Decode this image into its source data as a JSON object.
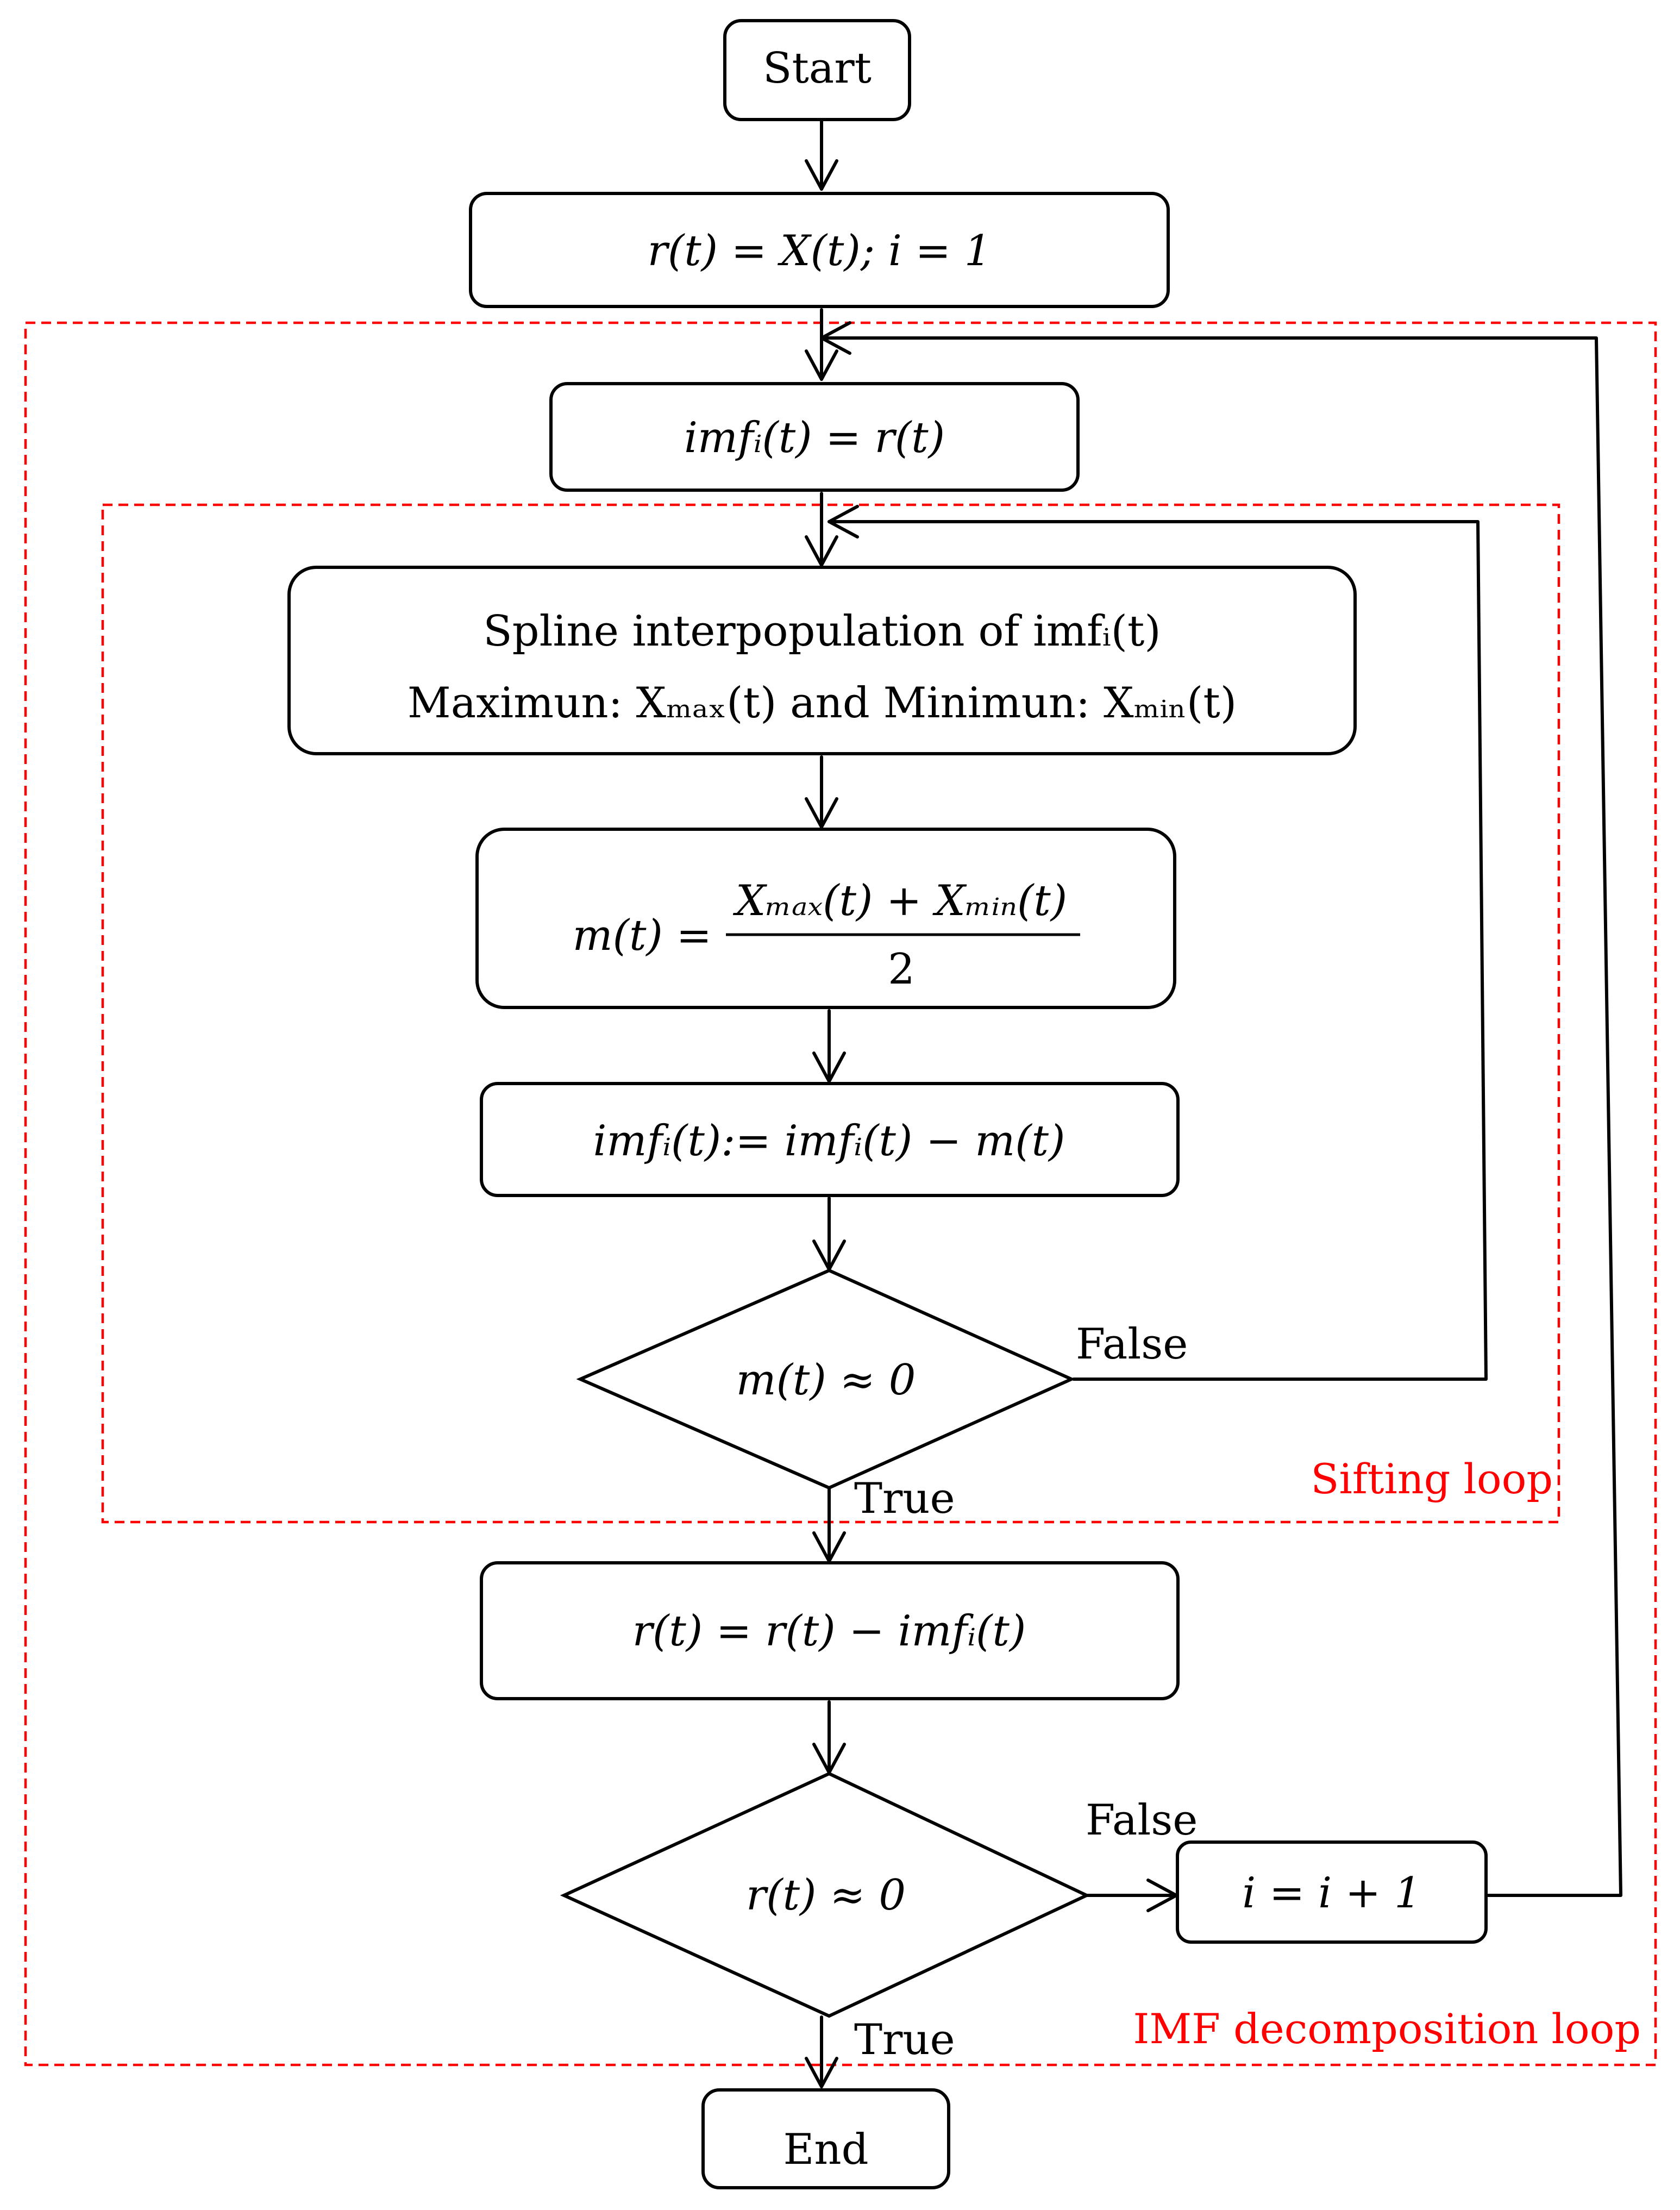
{
  "nodes": {
    "start": "Start",
    "init": "r(t) = X(t);   i = 1",
    "imf_assign": "imfᵢ(t) = r(t)",
    "spline_line1": "Spline interpopulation of  imfᵢ(t)",
    "spline_line2": "Maximun:  Xₘₐₓ(t)  and Minimun:  Xₘᵢₙ(t)",
    "mean_lhs": "m(t) =",
    "mean_numerator": "Xₘₐₓ(t) + Xₘᵢₙ(t)",
    "mean_denominator": "2",
    "imf_update": "imfᵢ(t):= imfᵢ(t) − m(t)",
    "sift_decision": "m(t) ≈ 0",
    "residual_update": "r(t) = r(t) − imfᵢ(t)",
    "residual_decision": "r(t) ≈ 0",
    "increment": "i = i + 1",
    "end": "End"
  },
  "edges": {
    "sift_false": "False",
    "sift_true": "True",
    "residual_false": "False",
    "residual_true": "True"
  },
  "loops": {
    "sifting": "Sifting loop",
    "imf_decomposition": "IMF decomposition loop"
  },
  "colors": {
    "stroke": "#000000",
    "loop_border": "#ff0000",
    "loop_label": "#ff0000",
    "background": "#ffffff"
  }
}
